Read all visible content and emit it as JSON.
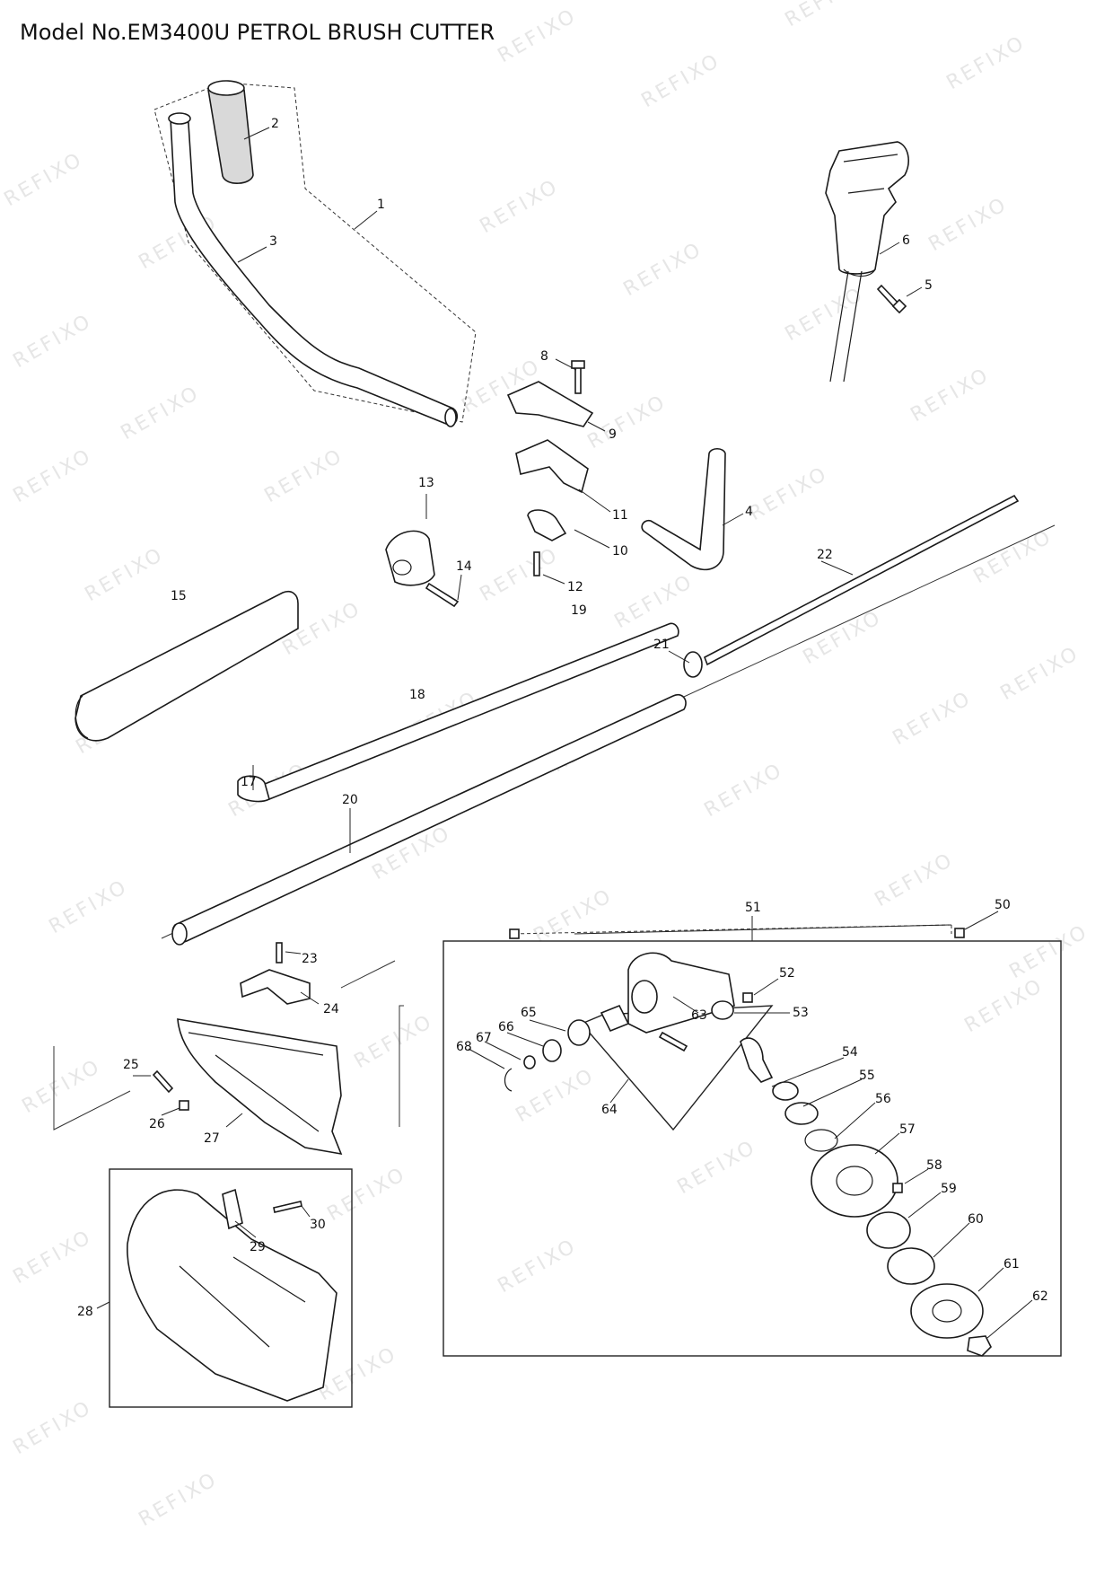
{
  "title": "Model No.EM3400U PETROL BRUSH CUTTER",
  "watermark": "REFIXO",
  "callouts": [
    "1",
    "2",
    "3",
    "4",
    "5",
    "6",
    "8",
    "9",
    "10",
    "11",
    "12",
    "13",
    "14",
    "15",
    "17",
    "18",
    "19",
    "20",
    "21",
    "22",
    "23",
    "24",
    "25",
    "26",
    "27",
    "28",
    "29",
    "30",
    "50",
    "51",
    "52",
    "53",
    "54",
    "55",
    "56",
    "57",
    "58",
    "59",
    "60",
    "61",
    "62",
    "63",
    "64",
    "65",
    "66",
    "67",
    "68"
  ]
}
